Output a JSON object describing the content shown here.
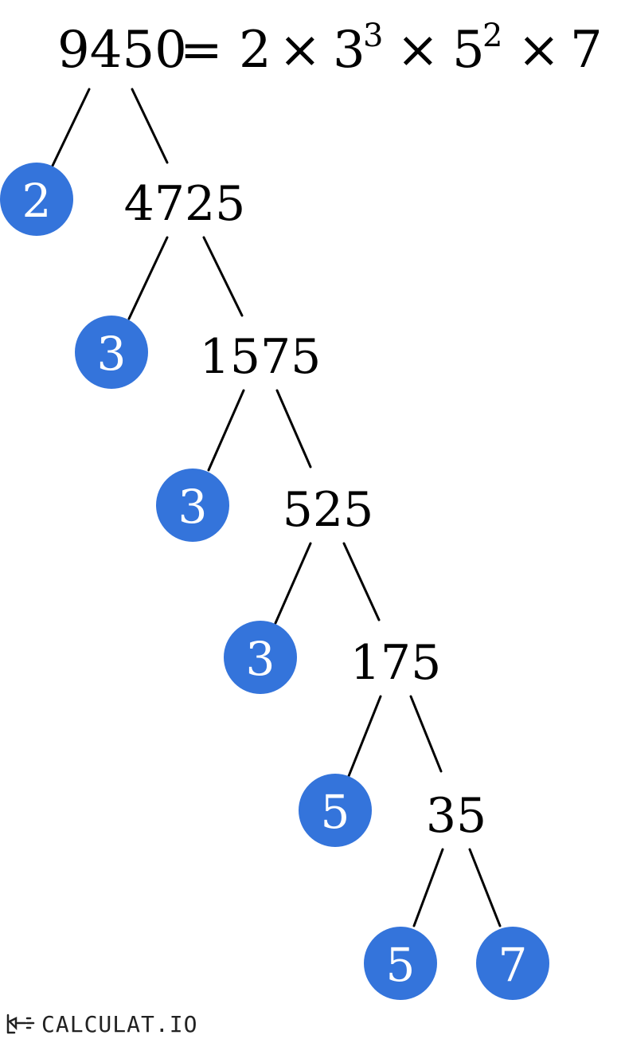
{
  "equation": {
    "number": "9450",
    "equals": "=",
    "times": "×",
    "factors": [
      {
        "base": "2",
        "exp": ""
      },
      {
        "base": "3",
        "exp": "3"
      },
      {
        "base": "5",
        "exp": "2"
      },
      {
        "base": "7",
        "exp": ""
      }
    ]
  },
  "tree": {
    "composites": [
      "4725",
      "1575",
      "525",
      "175",
      "35"
    ],
    "primes": [
      "2",
      "3",
      "3",
      "3",
      "5",
      "5",
      "7"
    ]
  },
  "colors": {
    "prime_fill": "#3474db",
    "prime_text": "#ffffff",
    "line": "#000000"
  },
  "brand": {
    "name": "CALCULAT.IO",
    "icon": "calculatio-logo-icon"
  }
}
